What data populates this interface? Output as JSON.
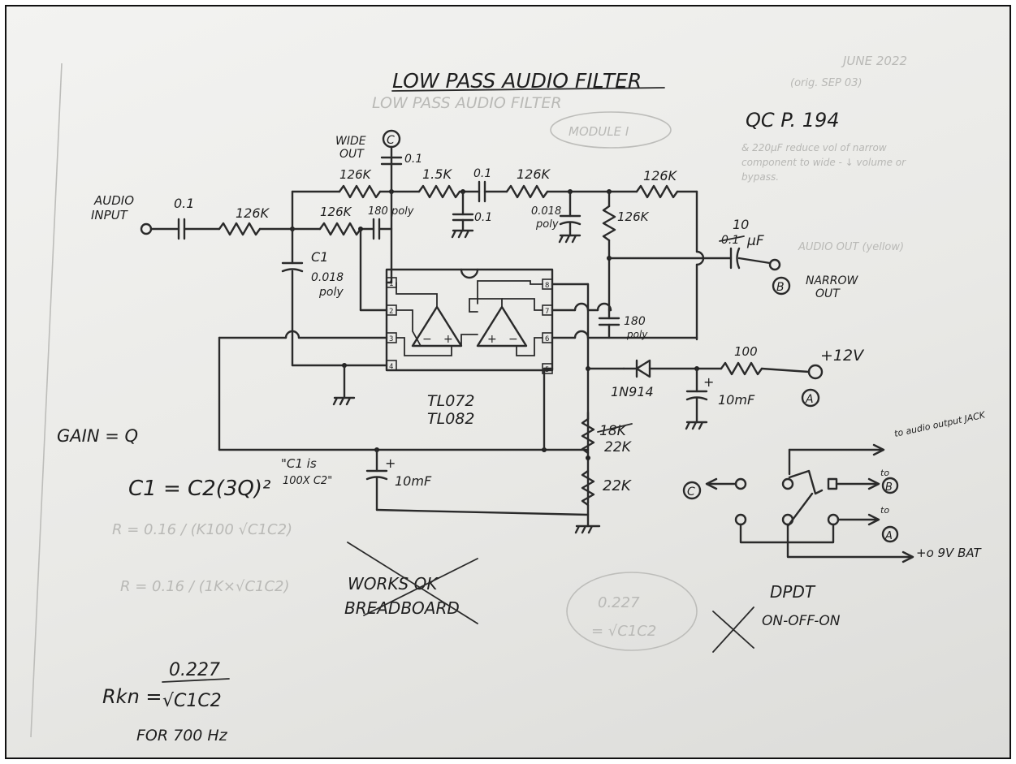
{
  "title": "LOW PASS AUDIO FILTER",
  "ref": "QC P. 194",
  "labels": {
    "audio_input": "AUDIO INPUT",
    "wide_out": "WIDE OUT",
    "narrow_out": "NARROW OUT",
    "node_c": "C",
    "node_b": "B",
    "node_a": "A",
    "c1_name": "C1",
    "supply": "+12V",
    "diode": "1N914",
    "ic1": "TL072",
    "ic2": "TL082",
    "gain": "GAIN = Q",
    "formula_c1": "C1 = C2(3Q)²",
    "c1_note1": "\"C1 is",
    "c1_note2": "100X C2\"",
    "rkn": "Rkn =",
    "rkn_num": "0.227",
    "rkn_den": "√C1C2",
    "rkn_for": "FOR 700 Hz",
    "works": "WORKS OK",
    "breadboard": "BREADBOARD",
    "dpdt": "DPDT",
    "dpdt_mode": "ON-OFF-ON",
    "to_audio_jack": "to audio output JACK",
    "to_b": "to",
    "to_a": "to",
    "to_bat": "+o 9V BAT",
    "faint_date": "JUNE 2022",
    "faint_date2": "(orig. SEP 03)",
    "faint_module": "MODULE I",
    "faint_title": "LOW PASS AUDIO FILTER",
    "faint_note": "& 220µF reduce vol of narrow component to wide - ↓ volume or bypass.",
    "faint_audio_out": "AUDIO OUT (yellow)"
  },
  "components": {
    "c_in": "0.1",
    "r_in": "126K",
    "c1_val": "0.018",
    "c1_type": "poly",
    "r_top": "126K",
    "r_mid": "126K",
    "c_180": "180 poly",
    "c_wide": "0.1",
    "r_15k": "1.5K",
    "c_01a": "0.1",
    "c_01b": "0.1",
    "r_126c": "126K",
    "c_018b": "0.018",
    "c_018b_type": "poly",
    "r_126d": "126K",
    "r_126e": "126K",
    "c_out_old": "0.1",
    "c_out": "10",
    "c_out_unit": "µF",
    "c_180b": "180",
    "c_180b_type": "poly",
    "r_100": "100",
    "c_10mf": "10mF",
    "r_18k": "18K",
    "r_22k_a": "22K",
    "r_22k_b": "22K",
    "c_10mf_b": "10mF"
  },
  "pins": [
    "1",
    "2",
    "3",
    "4",
    "5",
    "6",
    "7",
    "8"
  ]
}
